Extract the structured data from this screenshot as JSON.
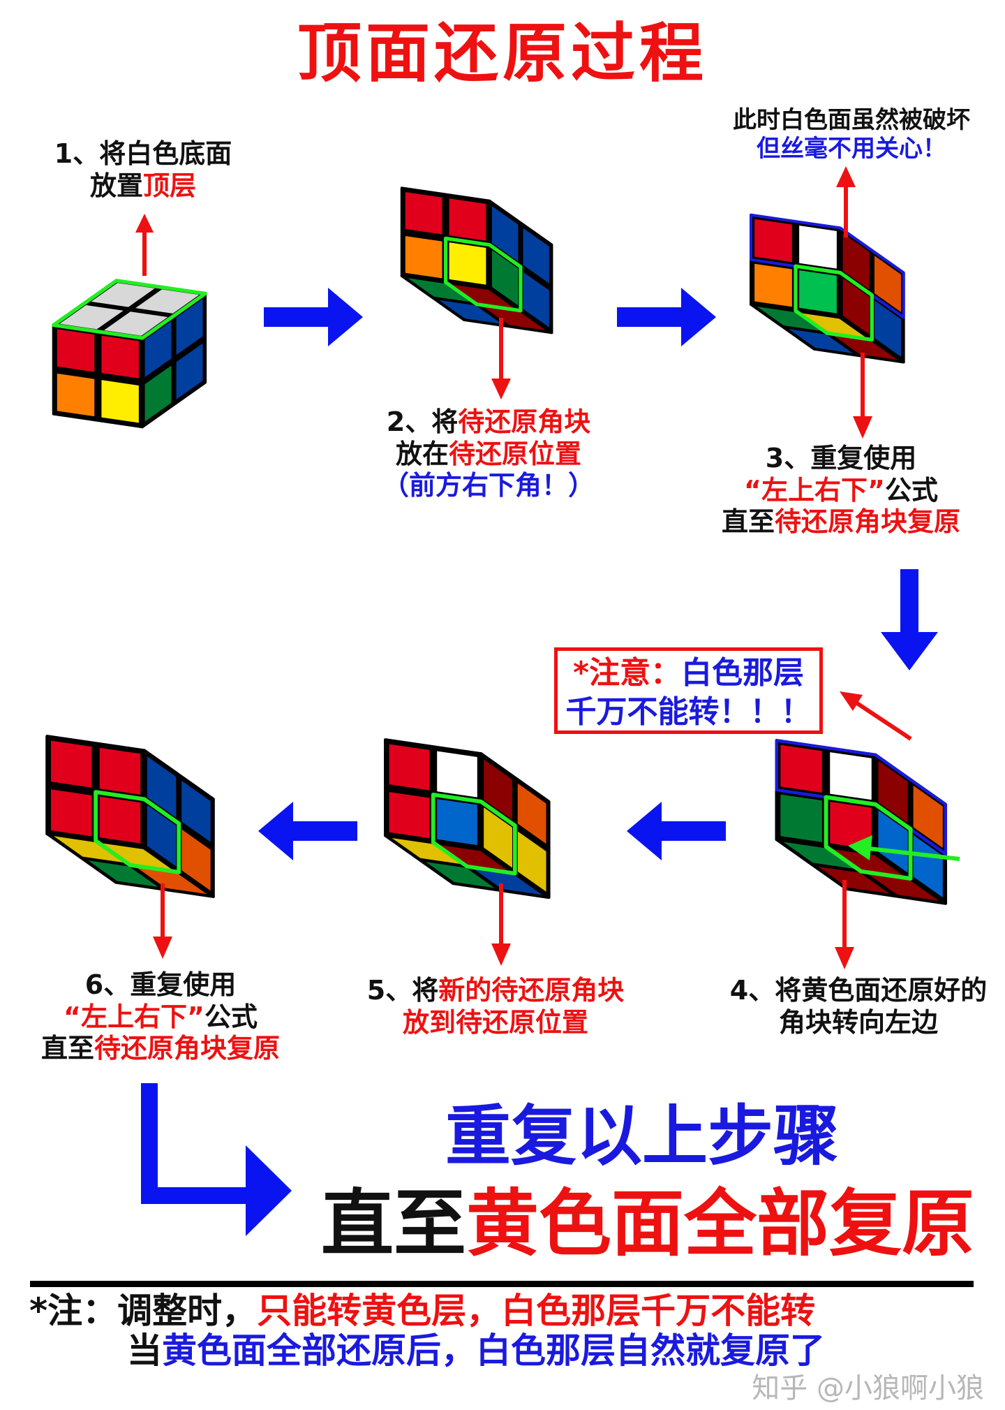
{
  "title": "顶面还原过程",
  "step1": {
    "l1": "1、将白色底面",
    "l2a": "放置",
    "l2b": "顶层"
  },
  "step2": {
    "l1a": "2、将",
    "l1b": "待还原角块",
    "l2a": "放在",
    "l2b": "待还原位置",
    "l3": "（前方右下角！）"
  },
  "note3": {
    "l1": "此时白色面虽然被破坏",
    "l2": "但丝毫不用关心！"
  },
  "step3": {
    "l1": "3、重复使用",
    "l2a": "“左上右下”",
    "l2b": "公式",
    "l3a": "直至",
    "l3b": "待还原角块复原"
  },
  "warning": {
    "l1a": "*注意：",
    "l1b": "白色那层",
    "l2": "千万不能转！！！"
  },
  "step4": {
    "l1": "4、将黄色面还原好的",
    "l2": "角块转向左边"
  },
  "step5": {
    "l1a": "5、将",
    "l1b": "新的待还原角块",
    "l2": "放到待还原位置"
  },
  "step6": {
    "l1": "6、重复使用",
    "l2a": "“左上右下”",
    "l2b": "公式",
    "l3a": "直至",
    "l3b": "待还原角块复原"
  },
  "repeat": {
    "l1": "重复以上步骤",
    "l2a": "直至",
    "l2b": "黄色面全部复原"
  },
  "footnote": {
    "l1a": "*注：调整时，",
    "l1b": "只能转黄色层，白色那层千万不能转",
    "l2a": "当",
    "l2b": "黄色面全部还原后，白色那层自然就复原了"
  },
  "watermark": "知乎 @小狼啊小狼",
  "colors": {
    "red": "#ee1111",
    "blue": "#1a1adf",
    "green": "#22ee22"
  },
  "cubes": [
    {
      "id": "cube-1",
      "view": "top",
      "top": [
        "#d8d8d8",
        "#d8d8d8",
        "#d8d8d8",
        "#d8d8d8"
      ],
      "front": [
        "#e0001c",
        "#e0001c",
        "#ff7f00",
        "#ffee00"
      ],
      "side": [
        "#003f9e",
        "#003f9e",
        "#007a33",
        "#003f9e"
      ],
      "hl": "top"
    },
    {
      "id": "cube-2",
      "view": "bottom",
      "front": [
        "#e0001c",
        "#e0001c",
        "#ff7f00",
        "#ffee00"
      ],
      "side": [
        "#003f9e",
        "#003f9e",
        "#007a33",
        "#003f9e"
      ],
      "bottom": [
        "#007a33",
        "#8b0000",
        "#003f9e",
        "#8b0000"
      ],
      "hl": "corner"
    },
    {
      "id": "cube-3",
      "view": "bottom",
      "front": [
        "#e0001c",
        "#ffffff",
        "#ff7f00",
        "#00c050"
      ],
      "side": [
        "#8b0000",
        "#e05000",
        "#8b0000",
        "#003f9e"
      ],
      "bottom": [
        "#007a33",
        "#e0c000",
        "#003f9e",
        "#8b0000"
      ],
      "hl": "corner",
      "hlTop": true
    },
    {
      "id": "cube-4",
      "view": "bottom",
      "front": [
        "#e0001c",
        "#ffffff",
        "#007a33",
        "#e0001c"
      ],
      "side": [
        "#8b0000",
        "#e05000",
        "#0066cc",
        "#0066cc"
      ],
      "bottom": [
        "#007a33",
        "#8b0000",
        "#8b0000",
        "#8b0000"
      ],
      "hl": "corner4",
      "hlTop": true
    },
    {
      "id": "cube-5",
      "view": "bottom",
      "front": [
        "#e0001c",
        "#ffffff",
        "#e0001c",
        "#0066cc"
      ],
      "side": [
        "#8b0000",
        "#e05000",
        "#e0c000",
        "#e0c000"
      ],
      "bottom": [
        "#e0c000",
        "#8b0000",
        "#007a33",
        "#003f9e"
      ],
      "hl": "corner"
    },
    {
      "id": "cube-6",
      "view": "bottom",
      "front": [
        "#e0001c",
        "#e0001c",
        "#e0001c",
        "#e0001c"
      ],
      "side": [
        "#003f9e",
        "#003f9e",
        "#003f9e",
        "#e05000"
      ],
      "bottom": [
        "#e0c000",
        "#e0c000",
        "#007a33",
        "#e05000"
      ],
      "hl": "corner"
    }
  ]
}
